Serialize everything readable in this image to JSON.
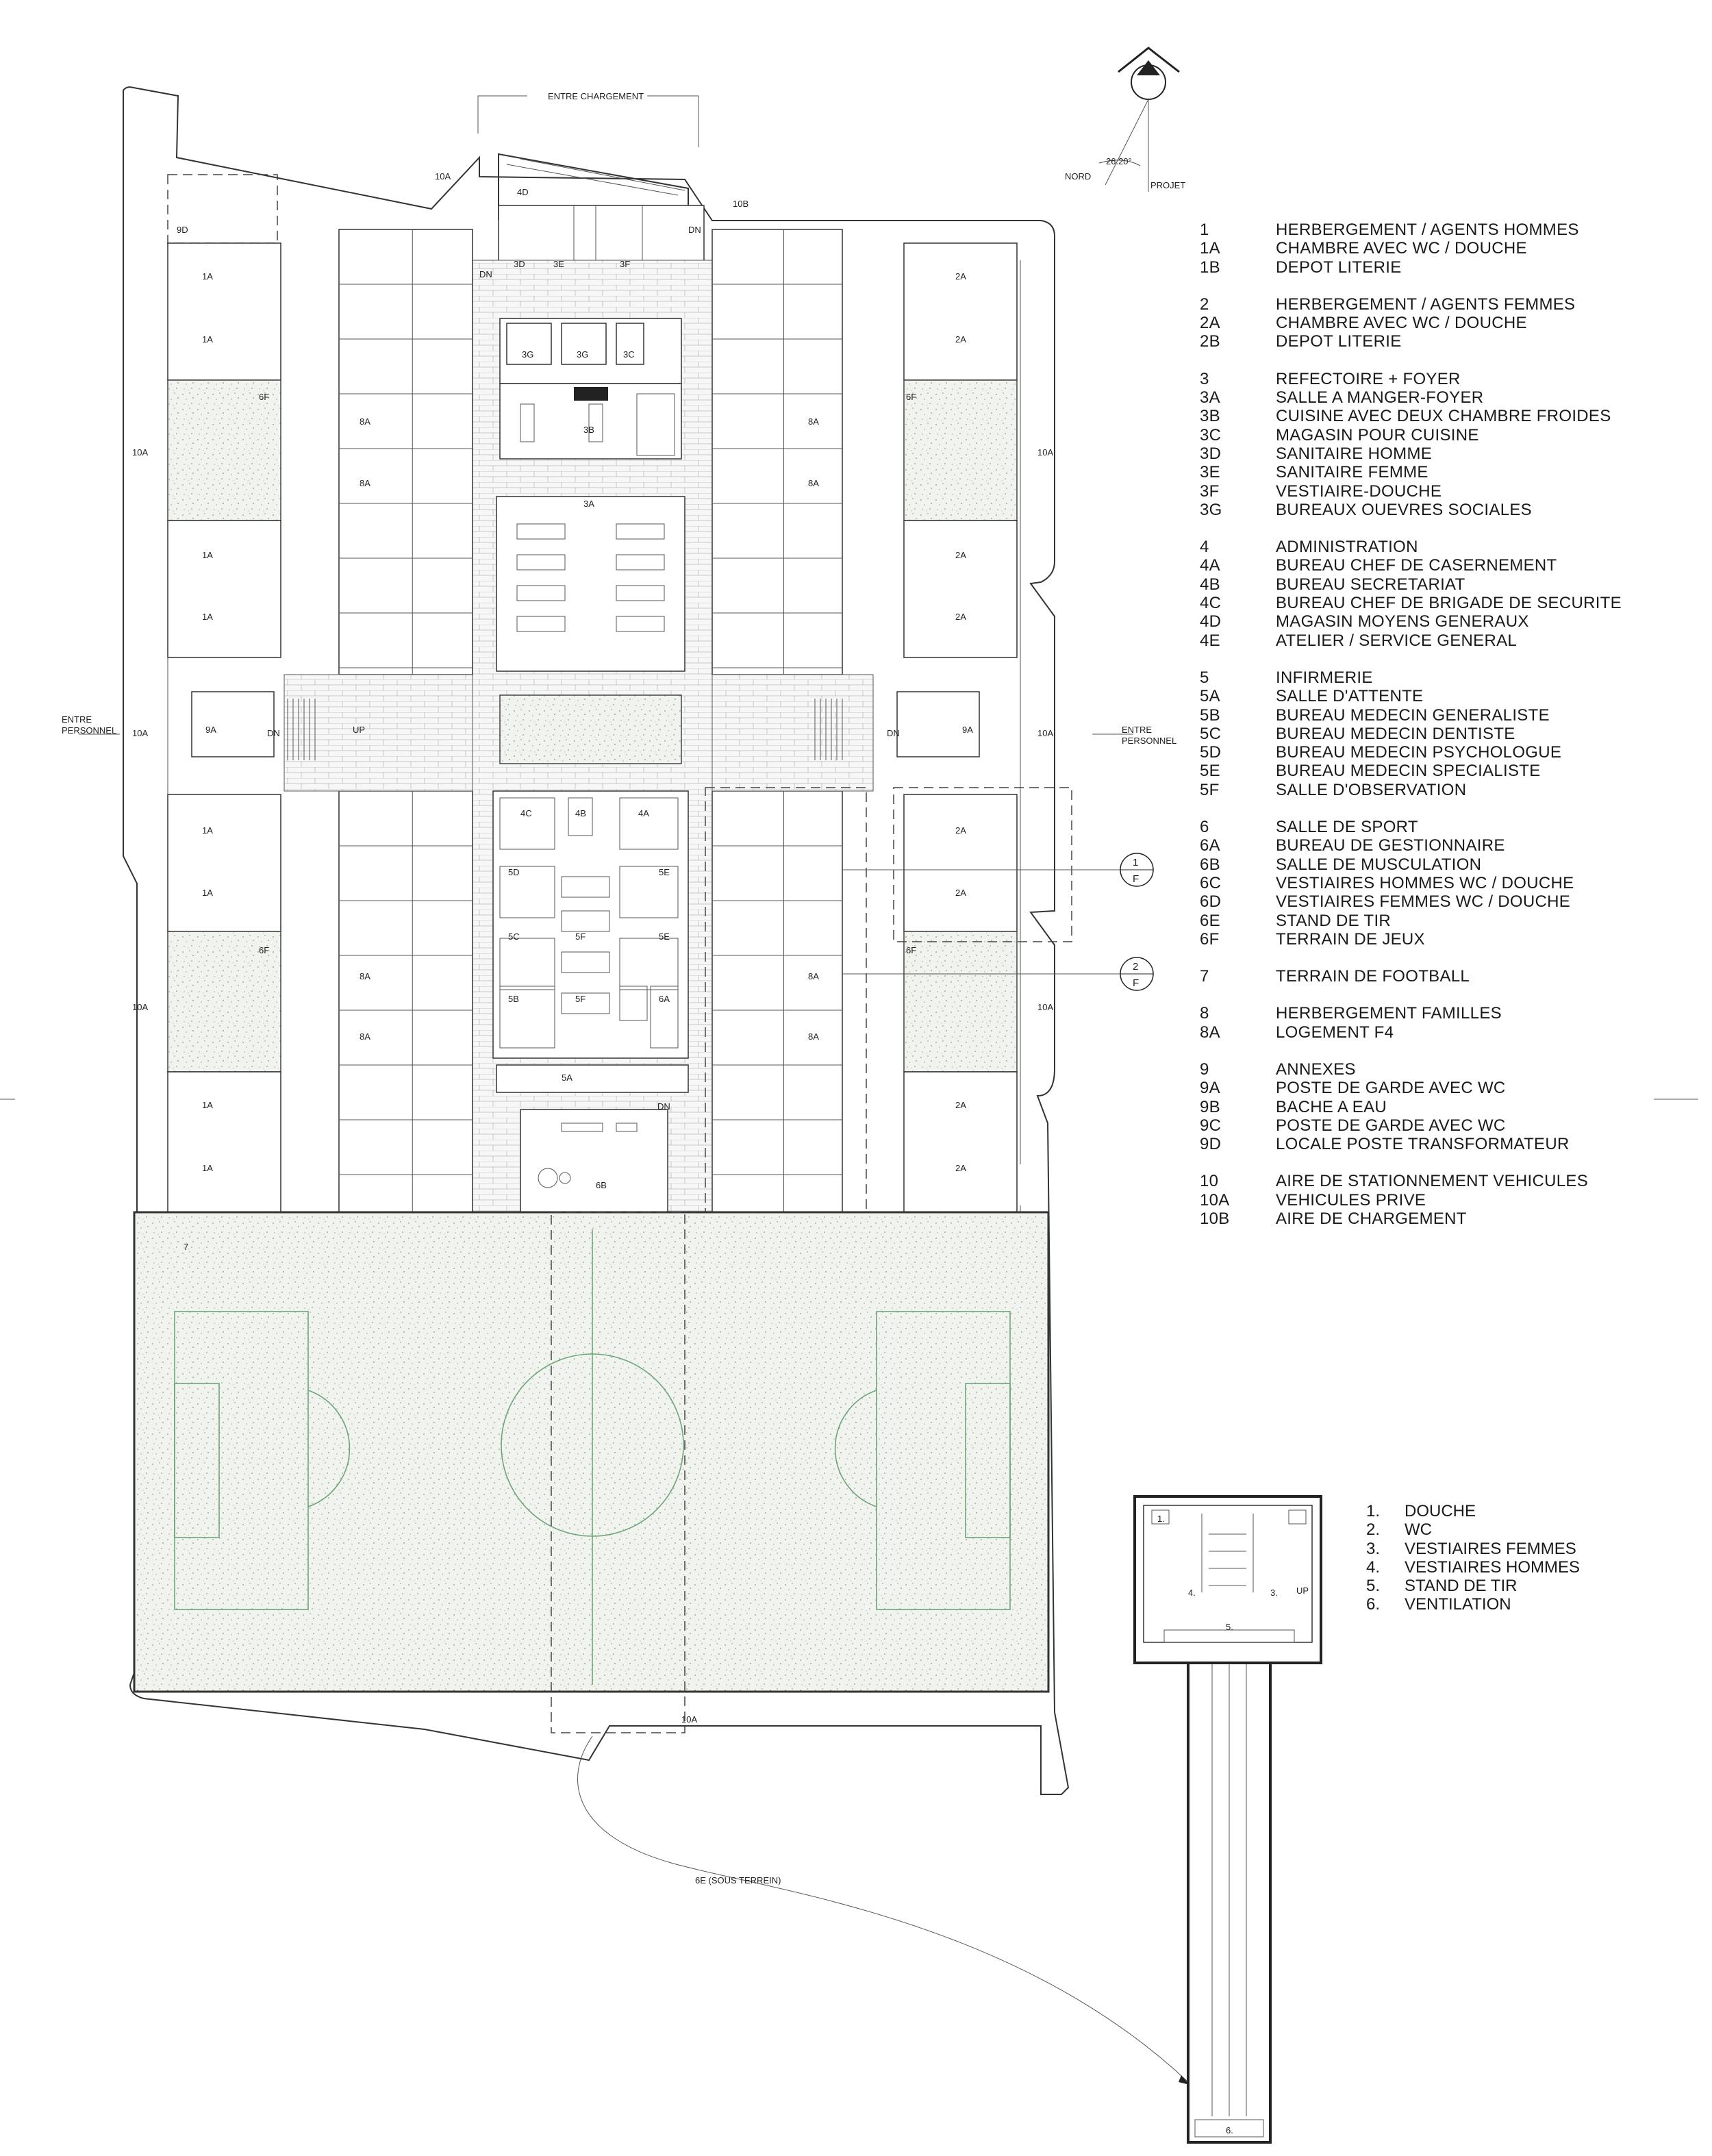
{
  "plan_labels": {
    "entre_chargement": "ENTRE CHARGEMENT",
    "entre_personnel": "ENTRE\nPERSONNEL",
    "nord": "NORD",
    "projet": "PROJET",
    "angle": "26.20°",
    "dn": "DN",
    "up": "UP",
    "sous_terrein": "6E (SOUS TERREIN)",
    "section_1": "1",
    "section_2": "2",
    "section_f": "F",
    "field_code": "7"
  },
  "legend": [
    {
      "items": [
        [
          "1",
          "HERBERGEMENT / AGENTS HOMMES"
        ],
        [
          "1A",
          "CHAMBRE AVEC WC / DOUCHE"
        ],
        [
          "1B",
          "DEPOT LITERIE"
        ]
      ]
    },
    {
      "items": [
        [
          "2",
          "HERBERGEMENT / AGENTS FEMMES"
        ],
        [
          "2A",
          "CHAMBRE AVEC WC / DOUCHE"
        ],
        [
          "2B",
          "DEPOT LITERIE"
        ]
      ]
    },
    {
      "items": [
        [
          "3",
          "REFECTOIRE + FOYER"
        ],
        [
          "3A",
          "SALLE A MANGER-FOYER"
        ],
        [
          "3B",
          "CUISINE AVEC DEUX CHAMBRE FROIDES"
        ],
        [
          "3C",
          "MAGASIN POUR CUISINE"
        ],
        [
          "3D",
          "SANITAIRE HOMME"
        ],
        [
          "3E",
          "SANITAIRE FEMME"
        ],
        [
          "3F",
          "VESTIAIRE-DOUCHE"
        ],
        [
          "3G",
          "BUREAUX OUEVRES SOCIALES"
        ]
      ]
    },
    {
      "items": [
        [
          "4",
          "ADMINISTRATION"
        ],
        [
          "4A",
          "BUREAU CHEF DE CASERNEMENT"
        ],
        [
          "4B",
          "BUREAU SECRETARIAT"
        ],
        [
          "4C",
          "BUREAU CHEF DE BRIGADE DE SECURITE"
        ],
        [
          "4D",
          "MAGASIN MOYENS GENERAUX"
        ],
        [
          "4E",
          "ATELIER / SERVICE GENERAL"
        ]
      ]
    },
    {
      "items": [
        [
          "5",
          "INFIRMERIE"
        ],
        [
          "5A",
          "SALLE D'ATTENTE"
        ],
        [
          "5B",
          "BUREAU MEDECIN GENERALISTE"
        ],
        [
          "5C",
          "BUREAU MEDECIN DENTISTE"
        ],
        [
          "5D",
          "BUREAU MEDECIN PSYCHOLOGUE"
        ],
        [
          "5E",
          "BUREAU MEDECIN SPECIALISTE"
        ],
        [
          "5F",
          "SALLE D'OBSERVATION"
        ]
      ]
    },
    {
      "items": [
        [
          "6",
          "SALLE DE SPORT"
        ],
        [
          "6A",
          "BUREAU DE GESTIONNAIRE"
        ],
        [
          "6B",
          "SALLE DE MUSCULATION"
        ],
        [
          "6C",
          "VESTIAIRES HOMMES WC / DOUCHE"
        ],
        [
          "6D",
          "VESTIAIRES FEMMES WC / DOUCHE"
        ],
        [
          "6E",
          "STAND DE TIR"
        ],
        [
          "6F",
          "TERRAIN DE JEUX"
        ]
      ]
    },
    {
      "items": [
        [
          "7",
          "TERRAIN DE FOOTBALL"
        ]
      ]
    },
    {
      "items": [
        [
          "8",
          "HERBERGEMENT FAMILLES"
        ],
        [
          "8A",
          "LOGEMENT F4"
        ]
      ]
    },
    {
      "items": [
        [
          "9",
          "ANNEXES"
        ],
        [
          "9A",
          "POSTE DE GARDE AVEC WC"
        ],
        [
          "9B",
          "BACHE A EAU"
        ],
        [
          "9C",
          "POSTE DE GARDE AVEC WC"
        ],
        [
          "9D",
          "LOCALE POSTE TRANSFORMATEUR"
        ]
      ]
    },
    {
      "items": [
        [
          "10",
          "AIRE DE STATIONNEMENT VEHICULES"
        ],
        [
          "10A",
          "VEHICULES PRIVE"
        ],
        [
          "10B",
          "AIRE DE CHARGEMENT"
        ]
      ]
    }
  ],
  "legend_range": [
    [
      "1.",
      "DOUCHE"
    ],
    [
      "2.",
      "WC"
    ],
    [
      "3.",
      "VESTIAIRES FEMMES"
    ],
    [
      "4.",
      "VESTIAIRES HOMMES"
    ],
    [
      "5.",
      "STAND DE TIR"
    ],
    [
      "6.",
      "VENTILATION"
    ]
  ],
  "room_tags": {
    "t9d": "9D",
    "t4d": "4D",
    "t3d": "3D",
    "t3e": "3E",
    "t3f": "3F",
    "t10b": "10B",
    "t3g": "3G",
    "t3c": "3C",
    "t3b": "3B",
    "t3a": "3A",
    "t4c": "4C",
    "t4b": "4B",
    "t4a": "4A",
    "t5d": "5D",
    "t5e": "5E",
    "t5c": "5C",
    "t5f": "5F",
    "t5b": "5B",
    "t6a": "6A",
    "t5a": "5A",
    "t6b": "6B",
    "t9a": "9A",
    "t6f": "6F",
    "t8a": "8A",
    "t1a": "1A",
    "t2a": "2A",
    "t10a": "10A",
    "t7": "7"
  }
}
